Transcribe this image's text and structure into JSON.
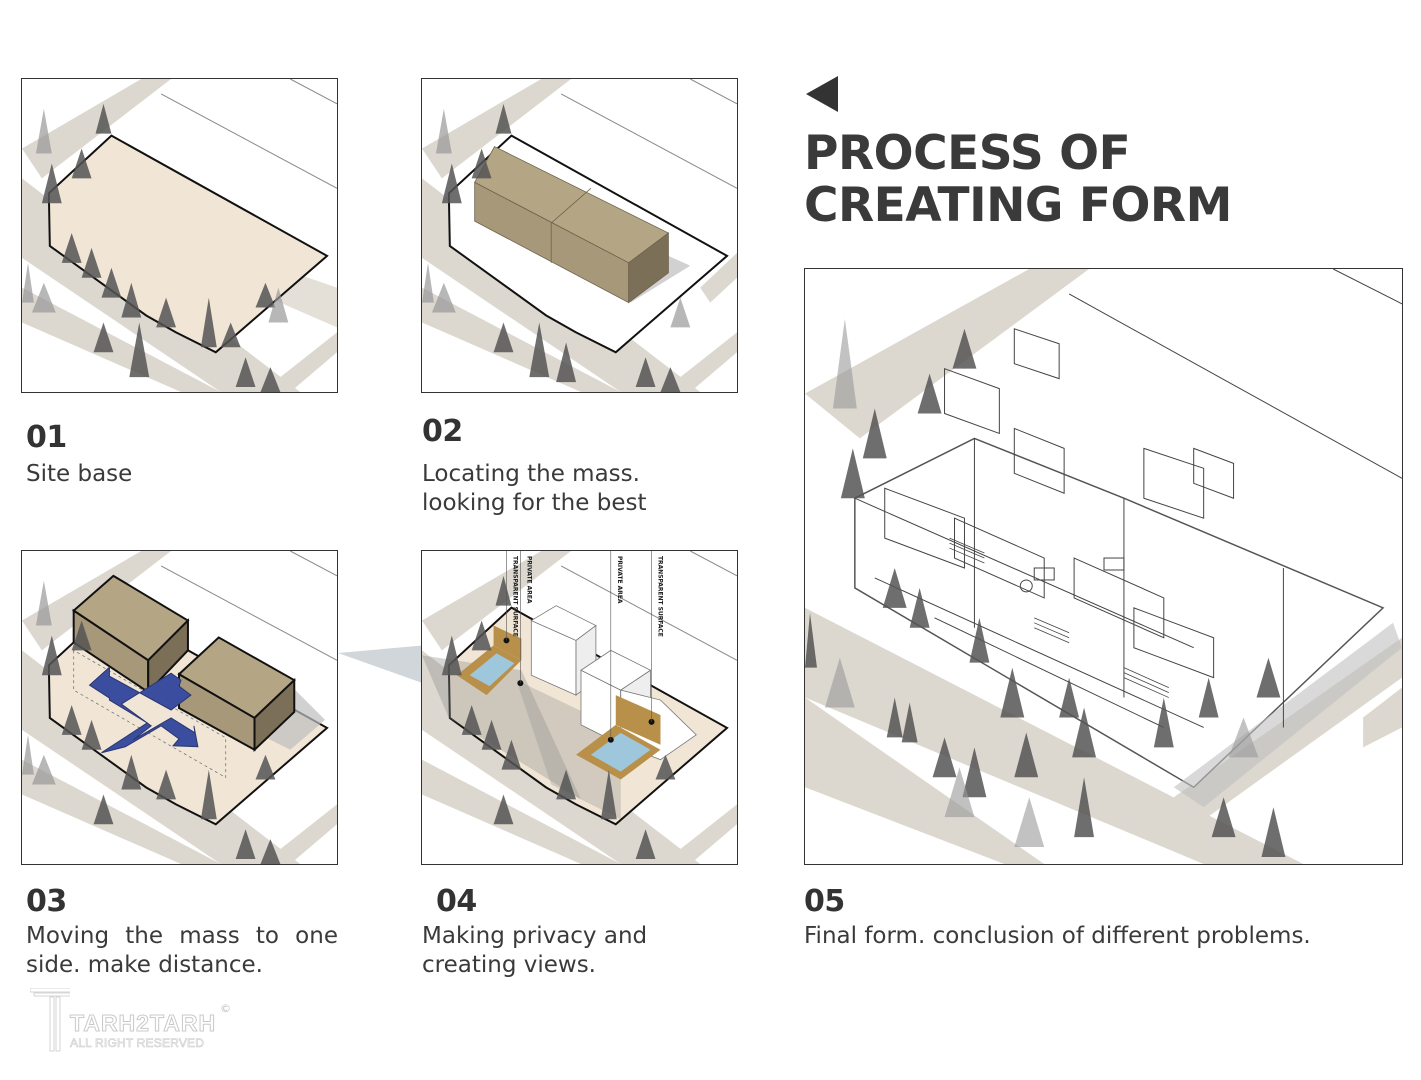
{
  "header": {
    "back_icon": "triangle-left-icon",
    "title": "PROCESS OF CREATING FORM"
  },
  "steps": [
    {
      "number": "01",
      "description": "Site base"
    },
    {
      "number": "02",
      "description": "Locating the mass. looking for the best"
    },
    {
      "number": "03",
      "description": "Moving the mass to one side. make distance."
    },
    {
      "number": "04",
      "description": "Making privacy and creating views."
    },
    {
      "number": "05",
      "description": "Final form. conclusion of different problems."
    }
  ],
  "step4_labels": [
    "TRANSPARENT SURFACE",
    "PRIVATE AREA",
    "PRIVATE AREA",
    "TRANSPARENT SURFACE"
  ],
  "logo": {
    "name": "TARH2TARH",
    "tagline": "ALL RIGHT RESERVED",
    "copyright": "©"
  },
  "colors": {
    "site_fill": "#f1e6d6",
    "mass_top": "#b4a584",
    "mass_front": "#a8987a",
    "mass_side": "#7c6f58",
    "path_fill": "#dcd8cf",
    "arrow_blue": "#3b4d9e",
    "pool_blue": "#9fc7dc",
    "privacy_gold": "#b8904a",
    "text_dark": "#333333"
  }
}
